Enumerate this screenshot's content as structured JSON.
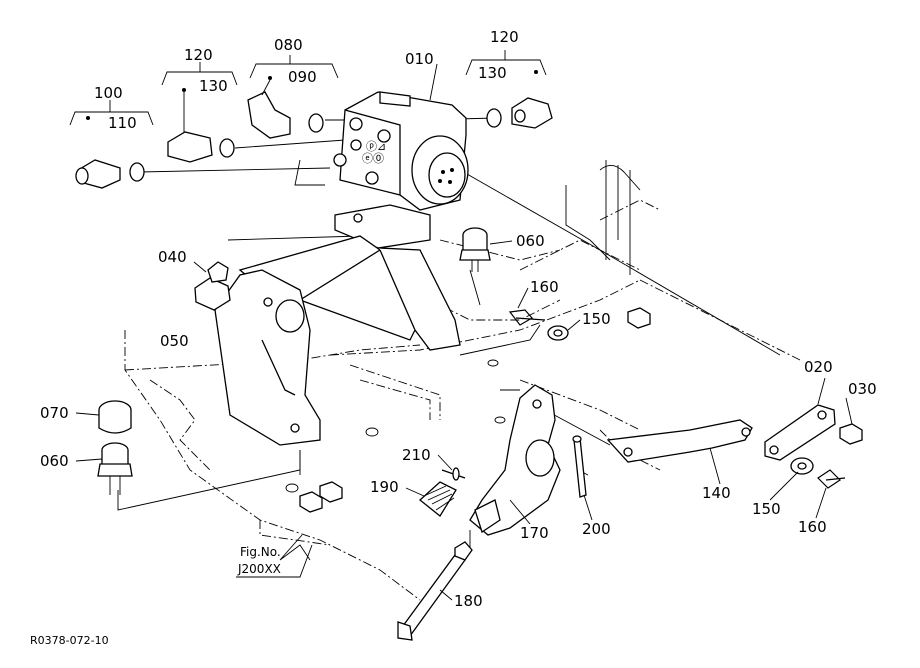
{
  "diagram": {
    "callouts": [
      {
        "id": "100",
        "label": "100"
      },
      {
        "id": "110",
        "label": "110"
      },
      {
        "id": "120a",
        "label": "120"
      },
      {
        "id": "130a",
        "label": "130"
      },
      {
        "id": "080",
        "label": "080"
      },
      {
        "id": "090",
        "label": "090"
      },
      {
        "id": "010",
        "label": "010"
      },
      {
        "id": "120b",
        "label": "120"
      },
      {
        "id": "130b",
        "label": "130"
      },
      {
        "id": "040",
        "label": "040"
      },
      {
        "id": "060a",
        "label": "060"
      },
      {
        "id": "160a",
        "label": "160"
      },
      {
        "id": "150a",
        "label": "150"
      },
      {
        "id": "050",
        "label": "050"
      },
      {
        "id": "020",
        "label": "020"
      },
      {
        "id": "030",
        "label": "030"
      },
      {
        "id": "070",
        "label": "070"
      },
      {
        "id": "060b",
        "label": "060"
      },
      {
        "id": "210",
        "label": "210"
      },
      {
        "id": "190",
        "label": "190"
      },
      {
        "id": "140",
        "label": "140"
      },
      {
        "id": "150b",
        "label": "150"
      },
      {
        "id": "160b",
        "label": "160"
      },
      {
        "id": "170",
        "label": "170"
      },
      {
        "id": "200",
        "label": "200"
      },
      {
        "id": "180",
        "label": "180"
      }
    ],
    "fig_label": "Fig.No.",
    "fig_number": "J200XX",
    "drawing_code": "R0378-072-10"
  }
}
